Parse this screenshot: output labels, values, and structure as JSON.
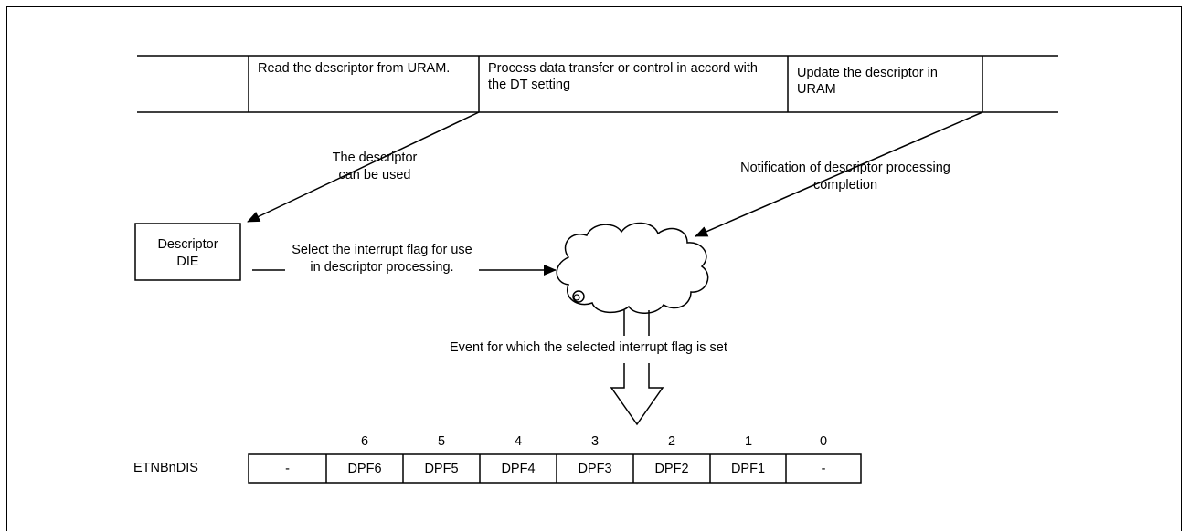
{
  "timeline": {
    "step_read": "Read the descriptor from URAM.",
    "step_process": "Process data transfer or control in accord with the DT setting",
    "step_update": "Update the descriptor in URAM"
  },
  "annotations": {
    "descriptor_usable": "The descriptor can be used",
    "notification": "Notification of descriptor processing completion",
    "select_flag": "Select the interrupt flag for use in descriptor processing.",
    "event": "Event for which the selected interrupt flag is set"
  },
  "descriptor_box": {
    "line1": "Descriptor",
    "line2": "DIE"
  },
  "register": {
    "name": "ETNBnDIS",
    "bits": [
      {
        "num": "",
        "label": "-"
      },
      {
        "num": "6",
        "label": "DPF6"
      },
      {
        "num": "5",
        "label": "DPF5"
      },
      {
        "num": "4",
        "label": "DPF4"
      },
      {
        "num": "3",
        "label": "DPF3"
      },
      {
        "num": "2",
        "label": "DPF2"
      },
      {
        "num": "1",
        "label": "DPF1"
      },
      {
        "num": "0",
        "label": "-"
      }
    ]
  }
}
